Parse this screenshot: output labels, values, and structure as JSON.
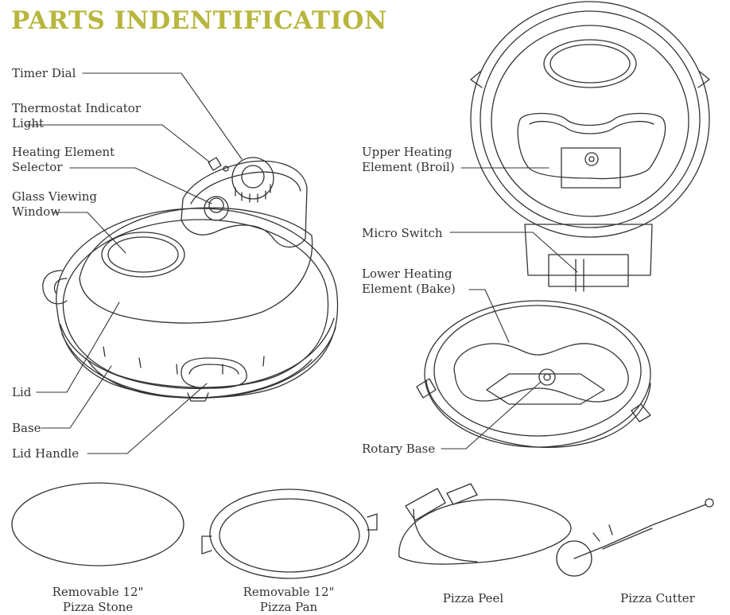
{
  "title": "PARTS INDENTIFICATION",
  "labels": {
    "timer_dial": "Timer Dial",
    "thermostat_light": [
      "Thermostat Indicator",
      "Light"
    ],
    "heating_selector": [
      "Heating Element",
      "Selector"
    ],
    "glass_window": [
      "Glass Viewing",
      "Window"
    ],
    "lid": "Lid",
    "base": "Base",
    "lid_handle": "Lid Handle",
    "upper_element": [
      "Upper Heating",
      "Element (Broil)"
    ],
    "micro_switch": "Micro Switch",
    "lower_element": [
      "Lower Heating",
      "Element (Bake)"
    ],
    "rotary_base": "Rotary Base"
  },
  "accessories": {
    "stone": [
      "Removable 12\"",
      "Pizza Stone"
    ],
    "pan": [
      "Removable 12\"",
      "Pizza Pan"
    ],
    "peel": "Pizza Peel",
    "cutter": "Pizza Cutter"
  },
  "colors": {
    "title": "#b8b63c",
    "ink": "#333333"
  }
}
